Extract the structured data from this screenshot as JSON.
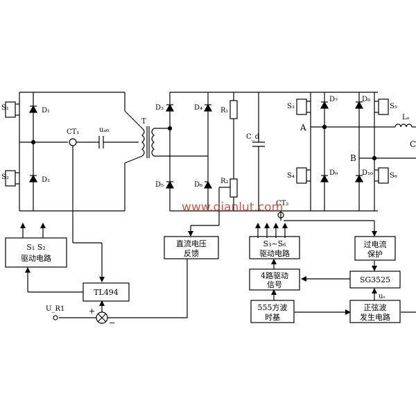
{
  "labels": {
    "s1": "S₁",
    "s2": "S₂",
    "d1": "D₁",
    "d2": "D₂",
    "ct1": "CT₁",
    "uab": "uₐ₆",
    "t": "T",
    "d3": "D₃",
    "d4": "D₄",
    "d5": "D₅",
    "d6": "D₆",
    "r1": "R₁",
    "r2": "R₂",
    "cd": "C_d",
    "s3": "S₃",
    "s4": "S₄",
    "s5": "S₅",
    "s6": "S₆",
    "d7": "D₇",
    "d8": "D₈",
    "d9": "D₉",
    "d10": "D₁₀",
    "a": "A",
    "b": "B",
    "lo": "Lₒ",
    "co": "C",
    "ct2": "CT₂",
    "uref": "U_R1",
    "us": "uₛ",
    "plus": "+",
    "minus": "−"
  },
  "blocks": {
    "s12_driver_l1": "S₁  S₂",
    "s12_driver_l2": "驱动电路",
    "tl494": "TL494",
    "dc_fb_l1": "直流电压",
    "dc_fb_l2": "反馈",
    "s36_driver_l1": "S₃~S₆",
    "s36_driver_l2": "驱动电路",
    "overcurrent_l1": "过电流",
    "overcurrent_l2": "保护",
    "drive4_l1": "4路驱动",
    "drive4_l2": "信号",
    "sg3525": "SG3525",
    "timer555_l1": "555方波",
    "timer555_l2": "时基",
    "sine_l1": "正弦波",
    "sine_l2": "发生电路"
  },
  "watermark": "www.dianlut.com"
}
